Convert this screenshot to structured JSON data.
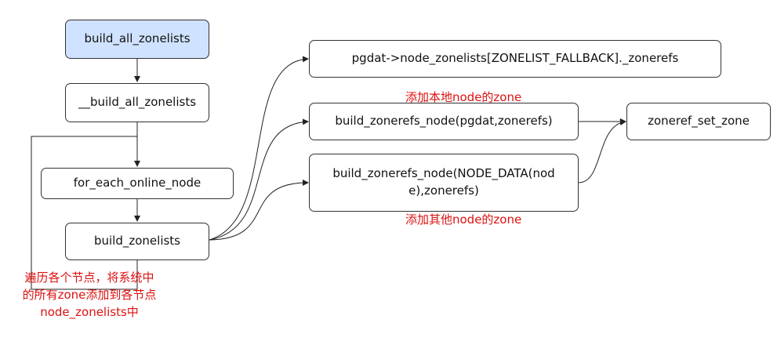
{
  "nodes": {
    "build_all_zonelists": "build_all_zonelists",
    "__build_all_zonelists": "__build_all_zonelists",
    "for_each_online_node": "for_each_online_node",
    "build_zonelists": "build_zonelists",
    "pgdat_node_zonelists": "pgdat->node_zonelists[ZONELIST_FALLBACK]._zonerefs",
    "build_zonerefs_node_local": "build_zonerefs_node(pgdat,zonerefs)",
    "build_zonerefs_node_other_line1": "build_zonerefs_node(NODE_DATA(nod",
    "build_zonerefs_node_other_line2": "e),zonerefs)",
    "zoneref_set_zone": "zoneref_set_zone"
  },
  "notes": {
    "add_local_zone": "添加本地node的zone",
    "add_other_zone": "添加其他node的zone",
    "loop_desc_line1": "遍历各个节点，将系统中",
    "loop_desc_line2": "的所有zone添加到各节点",
    "loop_desc_line3": "node_zonelists中"
  },
  "colors": {
    "start_node_fill": "#cfe2ff",
    "node_border": "#333333",
    "note_text": "#dd1111",
    "edge": "#222222"
  }
}
